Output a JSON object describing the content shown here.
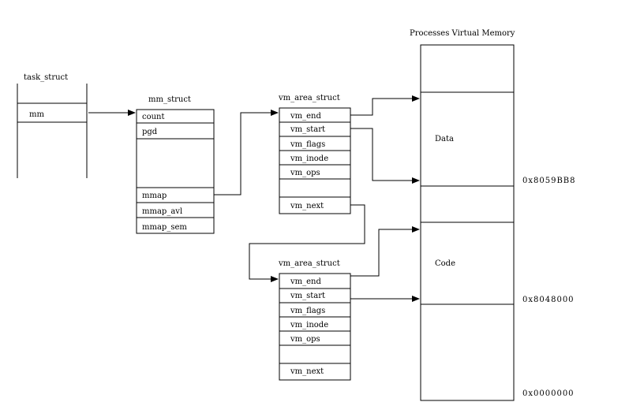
{
  "task_struct": {
    "title": "task_struct",
    "field_mm": "mm"
  },
  "mm_struct": {
    "title": "mm_struct",
    "fields": [
      "count",
      "pgd",
      "mmap",
      "mmap_avl",
      "mmap_sem"
    ]
  },
  "vma_top": {
    "title": "vm_area_struct",
    "fields": [
      "vm_end",
      "vm_start",
      "vm_flags",
      "vm_inode",
      "vm_ops",
      "vm_next"
    ]
  },
  "vma_bottom": {
    "title": "vm_area_struct",
    "fields": [
      "vm_end",
      "vm_start",
      "vm_flags",
      "vm_inode",
      "vm_ops",
      "vm_next"
    ]
  },
  "virtual_memory": {
    "title": "Processes Virtual Memory",
    "region_data": "Data",
    "region_code": "Code",
    "addr_data": "0x8059BB8",
    "addr_code": "0x8048000",
    "addr_zero": "0x0000000"
  }
}
